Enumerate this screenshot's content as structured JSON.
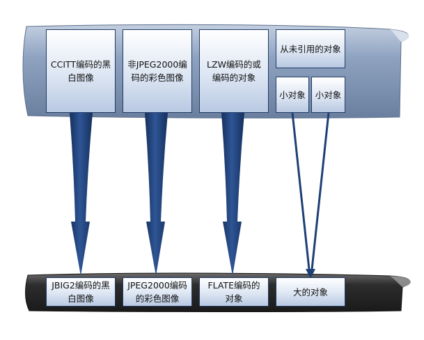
{
  "top_row": {
    "box1": "CCITT编码的黑\n白图像",
    "box2": "非JPEG2000编\n码的彩色图像",
    "box3": "LZW编码的或\n编码的对象",
    "box4": "从未引用的对象",
    "box5": "小对象",
    "box6": "小对象"
  },
  "bottom_row": {
    "box1": "JBIG2编码的黑\n白图像",
    "box2": "JPEG2000编码\n的彩色图像",
    "box3": "FLATE编码的\n对象",
    "box4": "大的对象"
  },
  "colors": {
    "top_band": "#8a9fbf",
    "bottom_band": "#2b2b2b",
    "arrow": "#1e3f74",
    "box_border": "#1f3a66"
  }
}
